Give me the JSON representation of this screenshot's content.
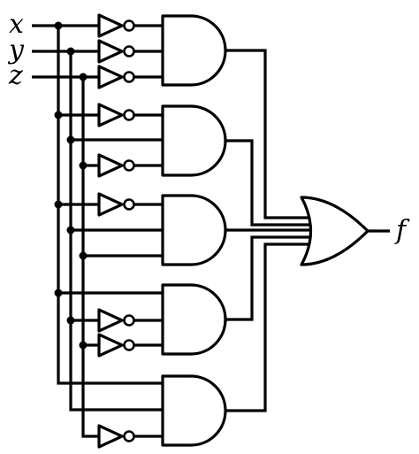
{
  "diagram": {
    "inputs": [
      {
        "id": "x",
        "label": "x"
      },
      {
        "id": "y",
        "label": "y"
      },
      {
        "id": "z",
        "label": "z"
      }
    ],
    "output": {
      "id": "f",
      "label": "f"
    },
    "gates": [
      {
        "id": "and1",
        "type": "AND",
        "inputs": [
          "x'",
          "y'",
          "z'"
        ]
      },
      {
        "id": "and2",
        "type": "AND",
        "inputs": [
          "x'",
          "y",
          "z'"
        ]
      },
      {
        "id": "and3",
        "type": "AND",
        "inputs": [
          "x'",
          "y",
          "z"
        ]
      },
      {
        "id": "and4",
        "type": "AND",
        "inputs": [
          "x",
          "y'",
          "z'"
        ]
      },
      {
        "id": "and5",
        "type": "AND",
        "inputs": [
          "x",
          "y",
          "z'"
        ]
      },
      {
        "id": "or1",
        "type": "OR",
        "inputs": [
          "and1",
          "and2",
          "and3",
          "and4",
          "and5"
        ],
        "output": "f"
      }
    ]
  }
}
